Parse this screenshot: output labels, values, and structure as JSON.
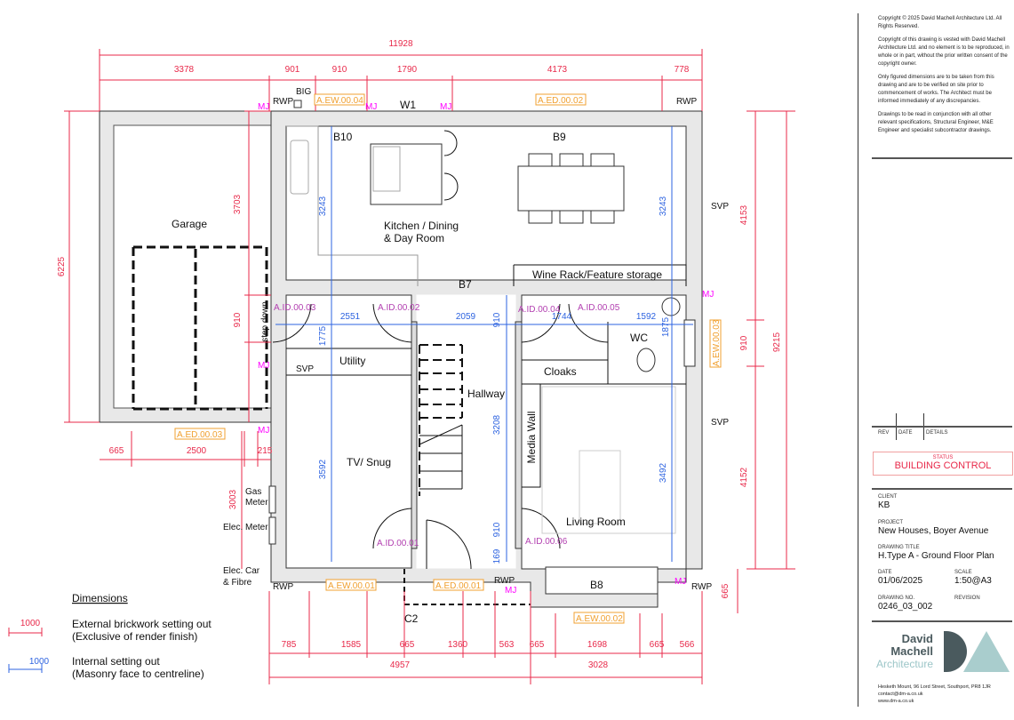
{
  "title_block": {
    "copyright": [
      "Copyright © 2025 David Machell Architecture Ltd. All Rights Reserved.",
      "Copyright of this drawing is vested with David Machell Architecture Ltd. and no element is to be reproduced, in whole or in part, without the prior written consent of the copyright owner.",
      "Only figured dimensions are to be taken from this drawing and are to be verified on site prior to commencement of works. The Architect must be informed immediately of any discrepancies.",
      "Drawings to be read in conjunction with all other relevant specifications, Structural Engineer, M&E Engineer and specialist subcontractor drawings."
    ],
    "rev_headers": [
      "REV",
      "DATE",
      "DETAILS"
    ],
    "status_label": "STATUS",
    "status": "BUILDING CONTROL",
    "client_label": "CLIENT",
    "client": "KB",
    "project_label": "PROJECT",
    "project": "New Houses, Boyer Avenue",
    "drawing_title_label": "DRAWING TITLE",
    "drawing_title": "H.Type A - Ground Floor Plan",
    "date_label": "DATE",
    "date": "01/06/2025",
    "scale_label": "SCALE",
    "scale": "1:50@A3",
    "drawing_no_label": "DRAWING NO.",
    "drawing_no": "0246_03_002",
    "revision_label": "REVISION",
    "logo": [
      "David",
      "Machell",
      "Architecture"
    ],
    "address": "Hesketh Mount, 96 Lord Street, Southport, PR8 1JR",
    "email": "contact@dm-a.co.uk",
    "web": "www.dm-a.co.uk"
  },
  "rooms": {
    "garage": "Garage",
    "kitchen_1": "Kitchen / Dining",
    "kitchen_2": "& Day Room",
    "wine": "Wine Rack/Feature storage",
    "utility": "Utility",
    "hallway": "Hallway",
    "snug": "TV/ Snug",
    "cloaks": "Cloaks",
    "wc": "WC",
    "media": "Media Wall",
    "living": "Living Room",
    "step": "step down"
  },
  "annotations": {
    "rwp": "RWP",
    "big": "BIG",
    "svp": "SVP",
    "mj": "MJ",
    "w1": "W1",
    "b10": "B10",
    "b9": "B9",
    "b7": "B7",
    "b8": "B8",
    "c2": "C2",
    "gas_1": "Gas",
    "gas_2": "Meter",
    "elec": "Elec. Meter",
    "car_1": "Elec. Car",
    "car_2": "& Fibre"
  },
  "windows": [
    "A.EW.00.04",
    "A.ED.00.02",
    "A.EW.00.03",
    "A.ED.00.03",
    "A.EW.00.01",
    "A.ED.00.01",
    "A.EW.00.02"
  ],
  "doors": [
    "A.ID.00.03",
    "A.ID.00.02",
    "A.ID.00.04",
    "A.ID.00.05",
    "A.ID.00.01",
    "A.ID.00.06"
  ],
  "dims_external": {
    "overall_width": "11928",
    "top": [
      "3378",
      "901",
      "910",
      "1790",
      "4173",
      "778"
    ],
    "left": [
      "6225",
      "3703",
      "910",
      "3003"
    ],
    "garage_bottom": [
      "665",
      "2500",
      "215"
    ],
    "right": [
      "4153",
      "910",
      "4152",
      "9215",
      "665"
    ],
    "bottom": [
      "785",
      "1585",
      "665",
      "1360",
      "563",
      "665",
      "1698",
      "665",
      "566"
    ],
    "bottom_totals": [
      "4957",
      "3028"
    ]
  },
  "dims_internal": [
    "3243",
    "3243",
    "1775",
    "3592",
    "2551",
    "2059",
    "910",
    "1744",
    "1592",
    "1875",
    "3208",
    "3492",
    "910",
    "169"
  ],
  "legend": {
    "title": "Dimensions",
    "sample": "1000",
    "ext_1": "External brickwork setting out",
    "ext_2": "(Exclusive of render finish)",
    "int_1": "Internal setting out",
    "int_2": "(Masonry face to centreline)"
  },
  "colors": {
    "external_dim": "#e8294a",
    "internal_dim": "#2d63e0",
    "door_tag": "#b23fb0",
    "window_tag": "#f0a030",
    "movement_joint": "#ff00ff"
  }
}
